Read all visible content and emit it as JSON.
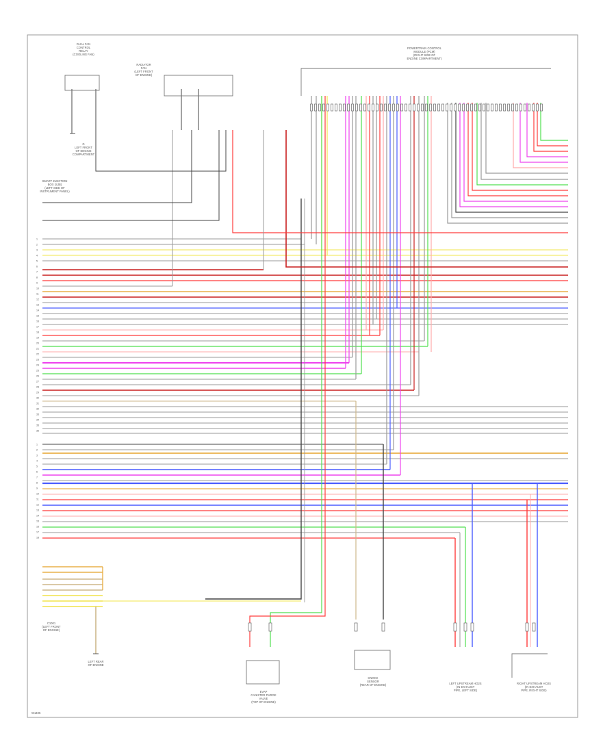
{
  "diagram": {
    "page_code": "W1405",
    "components": [
      {
        "id": "fan-relay",
        "lines": [
          "DUAL FAN",
          "CONTROL",
          "RELAY",
          "(COOLING FAN)"
        ]
      },
      {
        "id": "ground-g1",
        "lines": [
          "G",
          "LEFT FRONT",
          "OF ENGINE",
          "COMPARTMENT"
        ]
      },
      {
        "id": "radiator-fan",
        "lines": [
          "RADIATOR",
          "FAN",
          "(LEFT FRONT",
          "OF ENGINE)"
        ]
      },
      {
        "id": "fuse-box",
        "lines": [
          "SMART JUNCTION",
          "BOX (SJB)",
          "(LEFT SIDE OF",
          "INSTRUMENT PANEL)"
        ]
      },
      {
        "id": "pcm-header",
        "lines": [
          "POWERTRAIN CONTROL",
          "MODULE (PCM)",
          "(RIGHT SIDE OF",
          "ENGINE COMPARTMENT)"
        ]
      },
      {
        "id": "bottom-ground-1",
        "lines": [
          "LEFT REAR",
          "OF ENGINE"
        ]
      },
      {
        "id": "bottom-comp-2",
        "lines": [
          "EVAP",
          "CANISTER PURGE",
          "VALVE",
          "(TOP OF ENGINE)"
        ]
      },
      {
        "id": "bottom-comp-3",
        "lines": [
          "KNOCK",
          "SENSOR",
          "(REAR OF ENGINE)"
        ]
      },
      {
        "id": "bottom-comp-4",
        "lines": [
          "LEFT UPSTREAM HO2S",
          "(IN EXHAUST",
          "PIPE, LEFT SIDE)"
        ]
      },
      {
        "id": "bottom-comp-5",
        "lines": [
          "RIGHT UPSTREAM HO2S",
          "(IN EXHAUST",
          "PIPE, RIGHT SIDE)"
        ]
      },
      {
        "id": "connector-block",
        "lines": [
          "C1001",
          "(LEFT FRONT",
          "OF ENGINE)"
        ]
      }
    ]
  }
}
